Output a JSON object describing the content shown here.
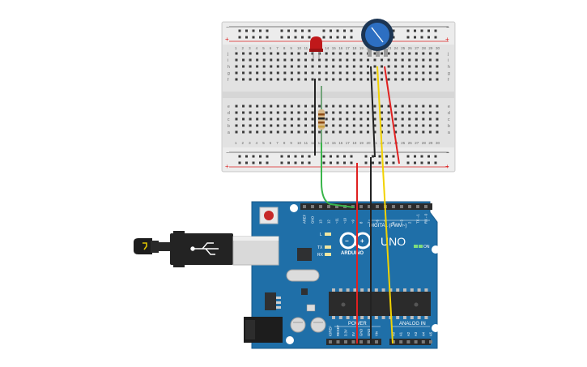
{
  "breadboard": {
    "rail_plus": "+",
    "rail_minus": "−",
    "row_letters_top": [
      "j",
      "i",
      "h",
      "g",
      "f"
    ],
    "row_letters_bottom": [
      "e",
      "d",
      "c",
      "b",
      "a"
    ],
    "column_numbers": [
      "1",
      "2",
      "3",
      "4",
      "5",
      "6",
      "7",
      "8",
      "9",
      "10",
      "11",
      "12",
      "13",
      "14",
      "15",
      "16",
      "17",
      "18",
      "19",
      "20",
      "21",
      "22",
      "23",
      "24",
      "25",
      "26",
      "27",
      "28",
      "29",
      "30"
    ]
  },
  "arduino": {
    "model": "UNO",
    "brand": "ARDUINO",
    "digital_header_label": "DIGITAL (PWM~)",
    "power_header_label": "POWER",
    "analog_header_label": "ANALOG IN",
    "on_label": "ON",
    "led_labels": [
      "L",
      "TX",
      "RX"
    ],
    "digital_pins": [
      "AREF",
      "GND",
      "13",
      "12",
      "~11",
      "~10",
      "~9",
      "8",
      "7",
      "~6",
      "~5",
      "4",
      "~3",
      "2",
      "TX→1",
      "RX←0"
    ],
    "power_pins": [
      "IOREF",
      "RESET",
      "3.3V",
      "5V",
      "GND",
      "GND",
      "Vin"
    ],
    "analog_pins": [
      "A0",
      "A1",
      "A2",
      "A3",
      "A4",
      "A5"
    ]
  },
  "colors": {
    "board_blue": "#1f6fa8",
    "breadboard": "#e3e3e3",
    "wire_red": "#e02020",
    "wire_black": "#222222",
    "wire_green": "#39b54a",
    "wire_yellow": "#f2d200",
    "led_red": "#c0181a",
    "pot_blue": "#2d6fc2"
  }
}
